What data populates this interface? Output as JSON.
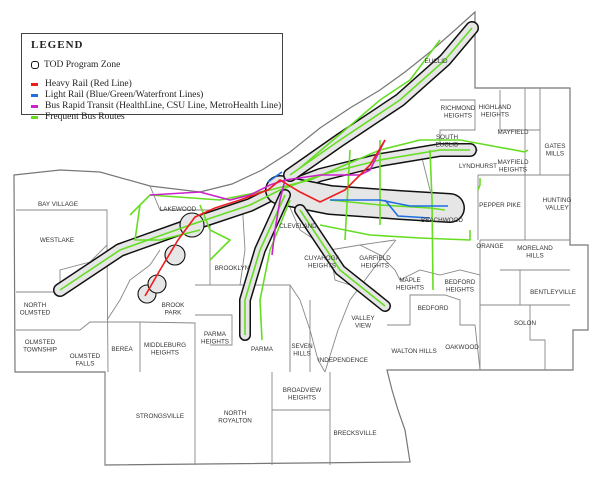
{
  "legend": {
    "title": "LEGEND",
    "items": [
      {
        "label": "TOD Program Zone",
        "symbol": "outlined-rounded-square",
        "color": "#000000"
      },
      {
        "label": "Heavy Rail (Red Line)",
        "symbol": "line",
        "color": "#ee1c1c"
      },
      {
        "label": "Light Rail (Blue/Green/Waterfront Lines)",
        "symbol": "line",
        "color": "#1f6fe0"
      },
      {
        "label": "Bus Rapid Transit (HealthLine, CSU Line, MetroHealth Line)",
        "symbol": "line",
        "color": "#cc22cc"
      },
      {
        "label": "Frequent Bus Routes",
        "symbol": "line",
        "color": "#66dd22"
      }
    ]
  },
  "municipalities": [
    {
      "name": [
        "BAY VILLAGE"
      ]
    },
    {
      "name": [
        "WESTLAKE"
      ]
    },
    {
      "name": [
        "LAKEWOOD"
      ]
    },
    {
      "name": [
        "NORTH",
        "OLMSTED"
      ]
    },
    {
      "name": [
        "OLMSTED",
        "TOWNSHIP"
      ]
    },
    {
      "name": [
        "OLMSTED",
        "FALLS"
      ]
    },
    {
      "name": [
        "BEREA"
      ]
    },
    {
      "name": [
        "MIDDLEBURG",
        "HEIGHTS"
      ]
    },
    {
      "name": [
        "BROOK",
        "PARK"
      ]
    },
    {
      "name": [
        "BROOKLYN"
      ]
    },
    {
      "name": [
        "PARMA",
        "HEIGHTS"
      ]
    },
    {
      "name": [
        "PARMA"
      ]
    },
    {
      "name": [
        "CLEVELAND"
      ]
    },
    {
      "name": [
        "CUYAHOGA",
        "HEIGHTS"
      ]
    },
    {
      "name": [
        "GARFIELD",
        "HEIGHTS"
      ]
    },
    {
      "name": [
        "SEVEN",
        "HILLS"
      ]
    },
    {
      "name": [
        "INDEPENDENCE"
      ]
    },
    {
      "name": [
        "VALLEY",
        "VIEW"
      ]
    },
    {
      "name": [
        "MAPLE",
        "HEIGHTS"
      ]
    },
    {
      "name": [
        "BEDFORD",
        "HEIGHTS"
      ]
    },
    {
      "name": [
        "BEDFORD"
      ]
    },
    {
      "name": [
        "WALTON HILLS"
      ]
    },
    {
      "name": [
        "OAKWOOD"
      ]
    },
    {
      "name": [
        "SOLON"
      ]
    },
    {
      "name": [
        "BENTLEYVILLE"
      ]
    },
    {
      "name": [
        "MORELAND",
        "HILLS"
      ]
    },
    {
      "name": [
        "ORANGE"
      ]
    },
    {
      "name": [
        "BEACHWOOD"
      ]
    },
    {
      "name": [
        "PEPPER PIKE"
      ]
    },
    {
      "name": [
        "HUNTING",
        "VALLEY"
      ]
    },
    {
      "name": [
        "LYNDHURST"
      ]
    },
    {
      "name": [
        "MAYFIELD",
        "HEIGHTS"
      ]
    },
    {
      "name": [
        "GATES",
        "MILLS"
      ]
    },
    {
      "name": [
        "MAYFIELD"
      ]
    },
    {
      "name": [
        "HIGHLAND",
        "HEIGHTS"
      ]
    },
    {
      "name": [
        "RICHMOND",
        "HEIGHTS"
      ]
    },
    {
      "name": [
        "SOUTH",
        "EUCLID"
      ]
    },
    {
      "name": [
        "EUCLID"
      ]
    },
    {
      "name": [
        "BROADVIEW",
        "HEIGHTS"
      ]
    },
    {
      "name": [
        "NORTH",
        "ROYALTON"
      ]
    },
    {
      "name": [
        "STRONGSVILLE"
      ]
    },
    {
      "name": [
        "BRECKSVILLE"
      ]
    }
  ]
}
